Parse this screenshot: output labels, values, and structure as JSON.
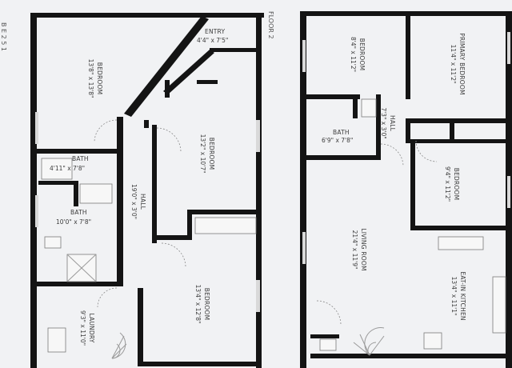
{
  "floor_label": "FLOOR 2",
  "edge_text": "B E 2 5 1",
  "rooms": [
    {
      "id": "entry",
      "name": "ENTRY",
      "dims": "4'4\" x 7'5\""
    },
    {
      "id": "bedroom_nw",
      "name": "BEDROOM",
      "dims": "13'8\" x 13'8\""
    },
    {
      "id": "bedroom_center",
      "name": "BEDROOM",
      "dims": "13'2\" x 10'7\""
    },
    {
      "id": "bath_upper",
      "name": "BATH",
      "dims": "4'11\" x 7'8\""
    },
    {
      "id": "bath_lower",
      "name": "BATH",
      "dims": "10'0\" x 7'8\""
    },
    {
      "id": "hall_left",
      "name": "HALL",
      "dims": "19'0\" x 3'0\""
    },
    {
      "id": "bedroom_sw",
      "name": "BEDROOM",
      "dims": "13'4\" x 12'8\""
    },
    {
      "id": "laundry",
      "name": "LAUNDRY",
      "dims": "9'3\" x 11'0\""
    },
    {
      "id": "bedroom_ne1",
      "name": "BEDROOM",
      "dims": "8'4\" x 11'2\""
    },
    {
      "id": "primary_bedroom",
      "name": "PRIMARY BEDROOM",
      "dims": "11'4\" x 11'2\""
    },
    {
      "id": "bath_right",
      "name": "BATH",
      "dims": "6'9\" x 7'8\""
    },
    {
      "id": "hall_right",
      "name": "HALL",
      "dims": "7'3\" x 3'0\""
    },
    {
      "id": "bedroom_e",
      "name": "BEDROOM",
      "dims": "9'4\" x 11'2\""
    },
    {
      "id": "living_room",
      "name": "LIVING ROOM",
      "dims": "21'4\" x 11'9\""
    },
    {
      "id": "eatin_kitchen",
      "name": "EAT-IN KITCHEN",
      "dims": "13'4\" x 11'1\""
    }
  ]
}
